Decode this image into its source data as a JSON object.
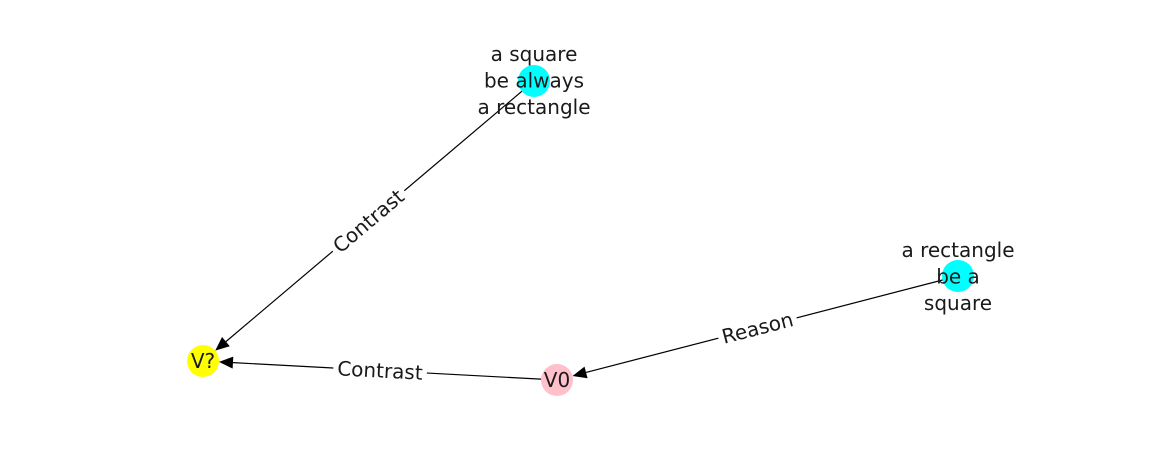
{
  "nodes": [
    {
      "id": "vq",
      "lines": [
        "V?"
      ],
      "color": "#ffff00"
    },
    {
      "id": "v0",
      "lines": [
        "V0"
      ],
      "color": "#ffc0cb"
    },
    {
      "id": "square",
      "lines": [
        "a square",
        "be always",
        "a rectangle"
      ],
      "color": "#00ffff"
    },
    {
      "id": "rectangle",
      "lines": [
        "a rectangle",
        "be a",
        "square"
      ],
      "color": "#00ffff"
    }
  ],
  "edges": [
    {
      "id": "e1",
      "source": "square",
      "target": "vq",
      "label": "Contrast"
    },
    {
      "id": "e2",
      "source": "v0",
      "target": "vq",
      "label": "Contrast"
    },
    {
      "id": "e3",
      "source": "rectangle",
      "target": "v0",
      "label": "Reason"
    }
  ]
}
